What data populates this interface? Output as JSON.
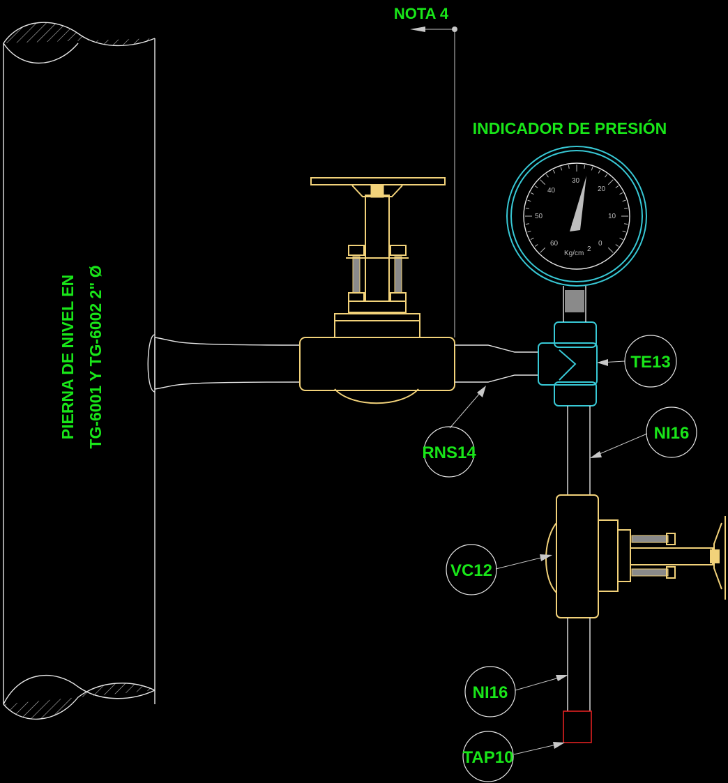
{
  "labels": {
    "nota": "NOTA 4",
    "gauge_title": "INDICADOR DE PRESIÓN",
    "pipe_line1": "PIERNA DE NIVEL EN",
    "pipe_line2": "TG-6001 Y TG-6002 2\" Ø"
  },
  "gauge": {
    "ticks": [
      "60",
      "50",
      "40",
      "30",
      "20",
      "10",
      "0"
    ],
    "unit": "Kg/cm",
    "unit_sup": "2"
  },
  "callouts": {
    "te13": "TE13",
    "ni16_top": "NI16",
    "rns14": "RNS14",
    "vc12": "VC12",
    "ni16_bottom": "NI16",
    "tap10": "TAP10"
  },
  "colors": {
    "background": "#000000",
    "label_green": "#19e619",
    "equipment_yellow": "#f2d27a",
    "fitting_cyan": "#38c9d6",
    "pipe_white": "#e6e6e6",
    "cap_red": "#e02020"
  }
}
